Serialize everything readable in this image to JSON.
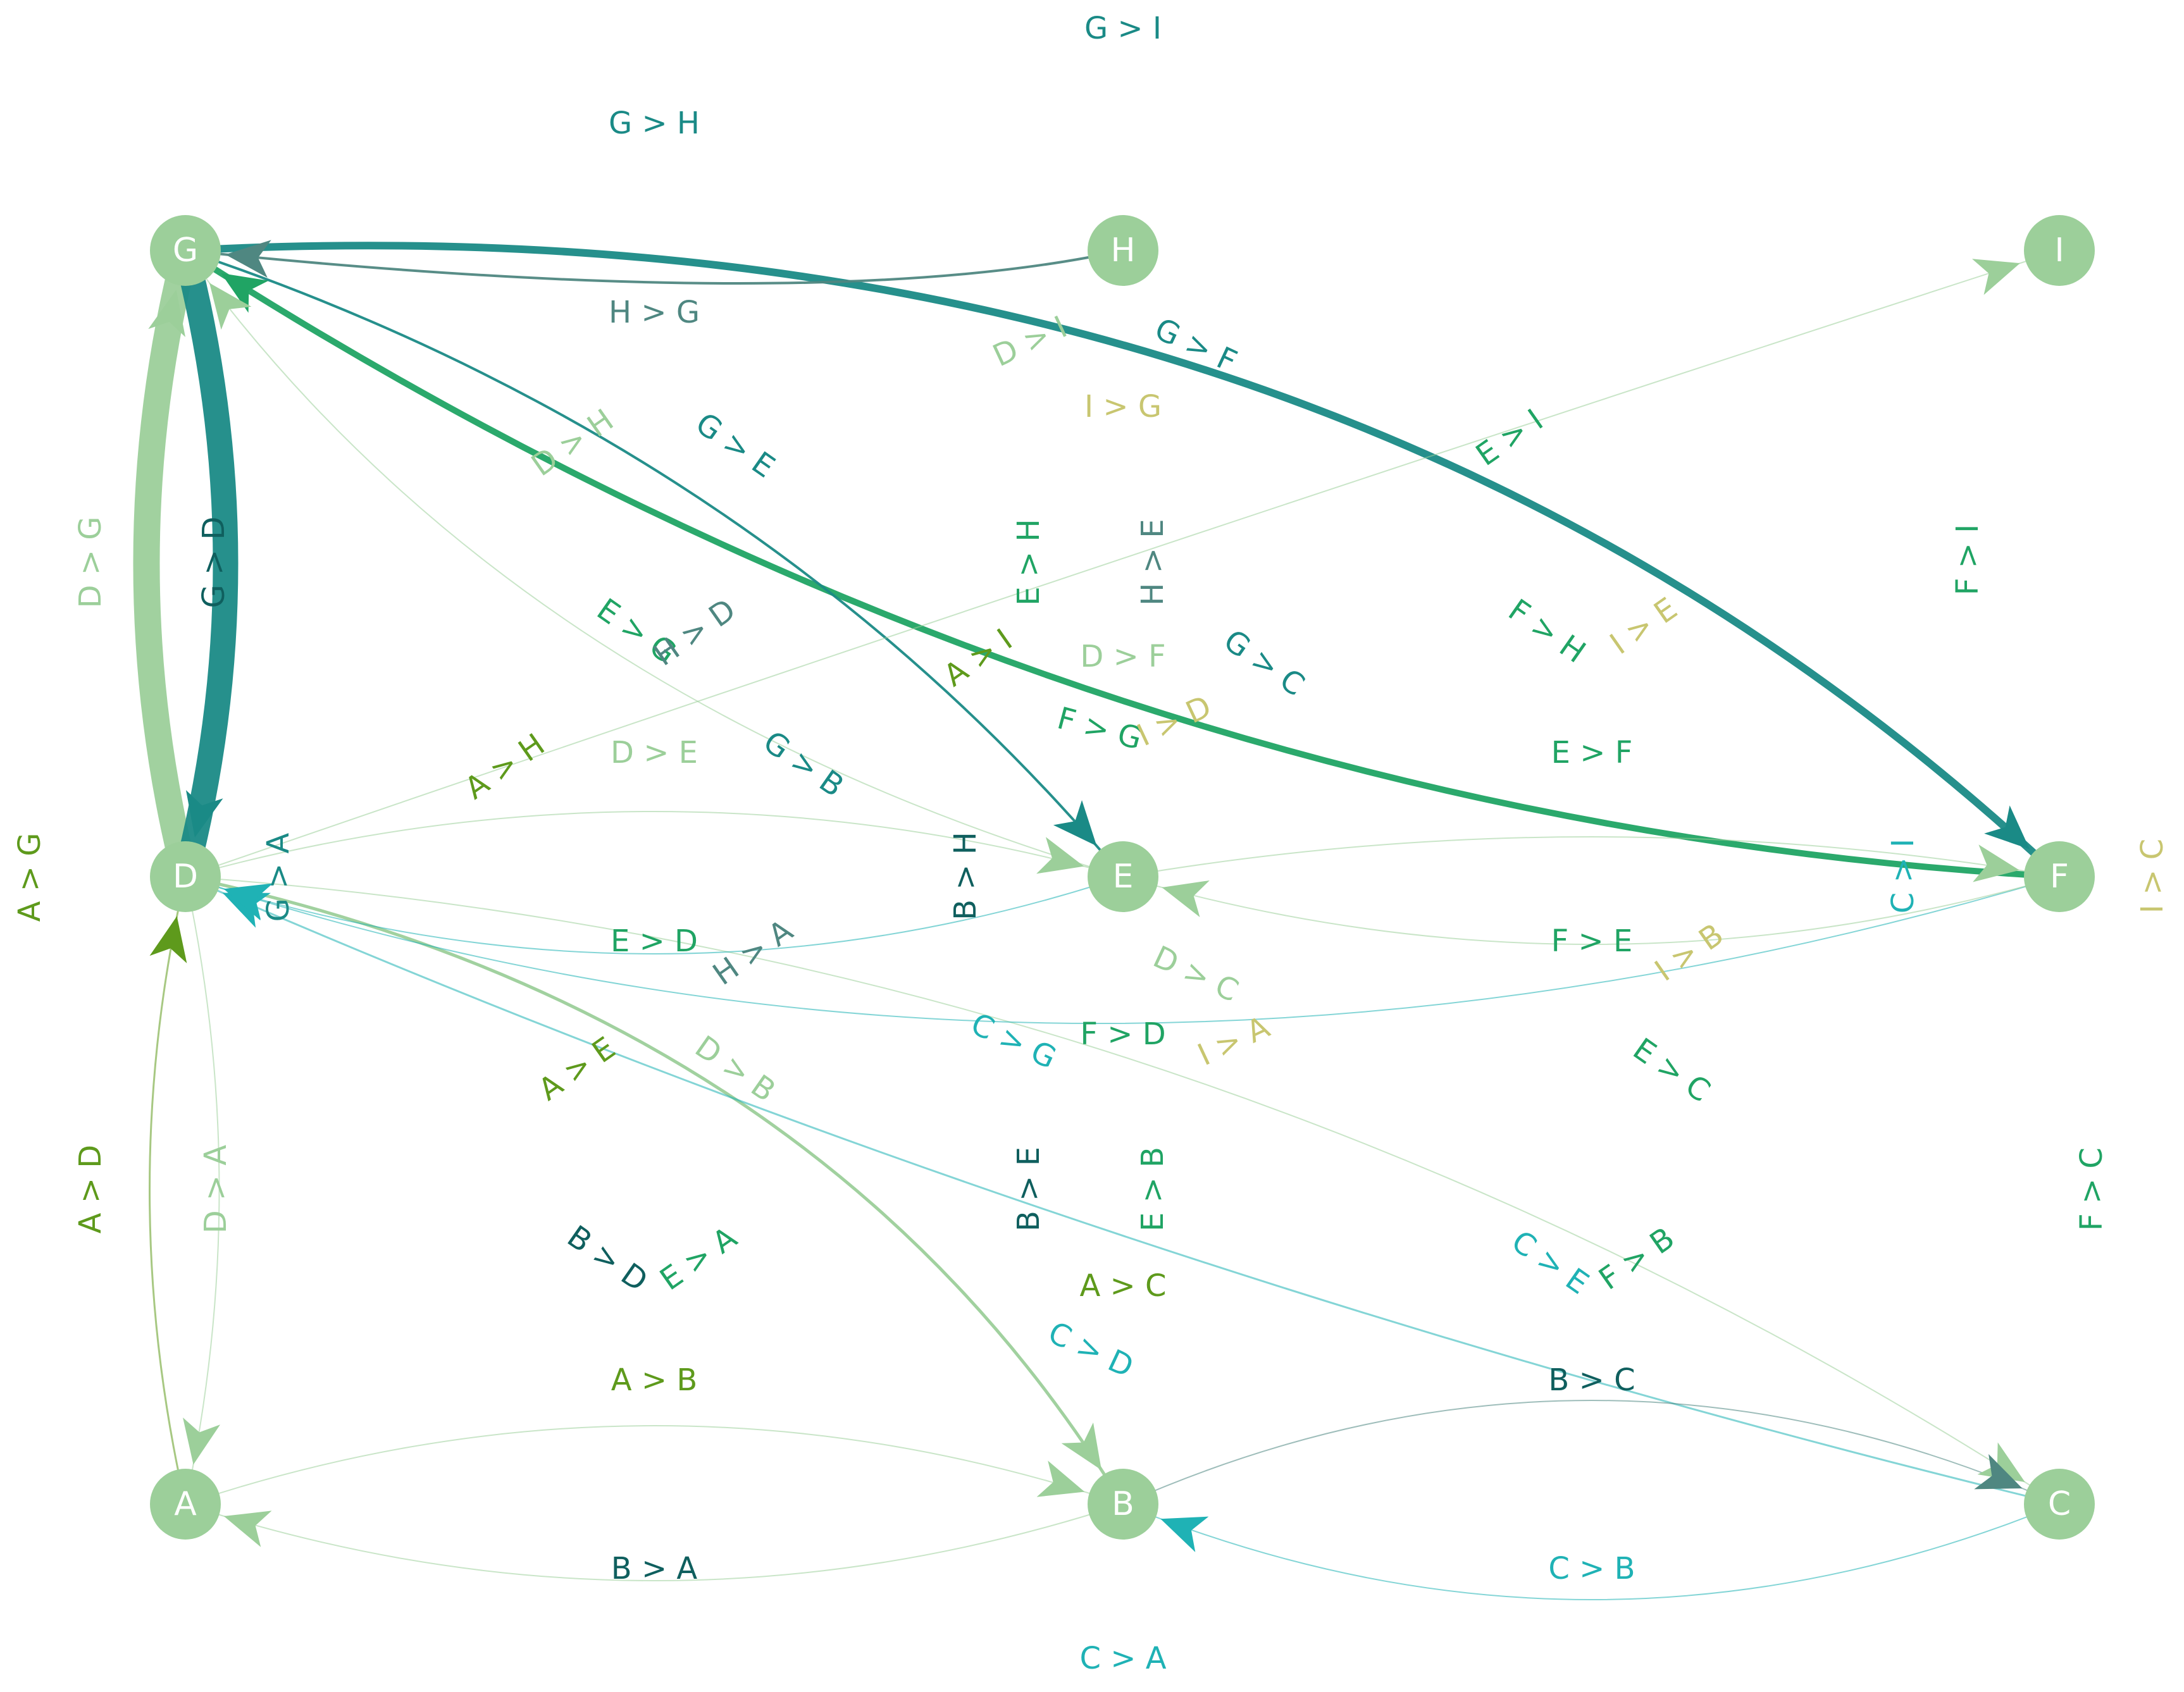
{
  "colors": {
    "lightgreen": "#9ccf9a",
    "teal": "#1a8a86",
    "darkteal": "#0f5f5e",
    "slate": "#4f8781",
    "green": "#20a464",
    "olive": "#5e9a1c",
    "olive2": "#7ba62a",
    "khaki": "#c8c670",
    "cyan": "#1fb2b5",
    "node": "#9ccf9a"
  },
  "nodes": [
    {
      "id": "A",
      "label": "A"
    },
    {
      "id": "B",
      "label": "B"
    },
    {
      "id": "C",
      "label": "C"
    },
    {
      "id": "D",
      "label": "D"
    },
    {
      "id": "E",
      "label": "E"
    },
    {
      "id": "F",
      "label": "F"
    },
    {
      "id": "G",
      "label": "G"
    },
    {
      "id": "H",
      "label": "H"
    },
    {
      "id": "I",
      "label": "I"
    }
  ],
  "edges": [
    {
      "from": "D",
      "to": "G",
      "label": "D > G",
      "color": "lightgreen",
      "weight": 42
    },
    {
      "from": "G",
      "to": "D",
      "label": "G > D",
      "color": "teal",
      "weight": 40
    },
    {
      "from": "G",
      "to": "F",
      "label": "G > F",
      "color": "teal",
      "weight": 12
    },
    {
      "from": "F",
      "to": "G",
      "label": "F > G",
      "color": "green",
      "weight": 10
    },
    {
      "from": "H",
      "to": "G",
      "label": "H > G",
      "color": "slate",
      "weight": 4
    },
    {
      "from": "G",
      "to": "E",
      "label": "G > E",
      "color": "teal",
      "weight": 4
    },
    {
      "from": "E",
      "to": "G",
      "label": "E > G",
      "color": "lightgreen",
      "weight": 2
    },
    {
      "from": "A",
      "to": "D",
      "label": "A > D",
      "color": "olive",
      "weight": 3
    },
    {
      "from": "D",
      "to": "A",
      "label": "D > A",
      "color": "lightgreen",
      "weight": 2
    },
    {
      "from": "D",
      "to": "B",
      "label": "D > B",
      "color": "lightgreen",
      "weight": 5
    },
    {
      "from": "C",
      "to": "D",
      "label": "C > D",
      "color": "cyan",
      "weight": 3
    },
    {
      "from": "D",
      "to": "C",
      "label": "D > C",
      "color": "lightgreen",
      "weight": 2
    },
    {
      "from": "D",
      "to": "E",
      "label": "D > E",
      "color": "lightgreen",
      "weight": 2
    },
    {
      "from": "E",
      "to": "D",
      "label": "E > D",
      "color": "cyan",
      "weight": 2
    },
    {
      "from": "F",
      "to": "D",
      "label": "F > D",
      "color": "cyan",
      "weight": 2
    },
    {
      "from": "B",
      "to": "C",
      "label": "B > C",
      "color": "slate",
      "weight": 2
    },
    {
      "from": "C",
      "to": "B",
      "label": "C > B",
      "color": "cyan",
      "weight": 2
    },
    {
      "from": "A",
      "to": "B",
      "label": "A > B",
      "color": "lightgreen",
      "weight": 1
    },
    {
      "from": "B",
      "to": "A",
      "label": "B > A",
      "color": "lightgreen",
      "weight": 1
    },
    {
      "from": "E",
      "to": "F",
      "label": "E > F",
      "color": "lightgreen",
      "weight": 1
    },
    {
      "from": "F",
      "to": "E",
      "label": "F > E",
      "color": "lightgreen",
      "weight": 1
    },
    {
      "from": "D",
      "to": "I",
      "label": "D > I",
      "color": "lightgreen",
      "weight": 1
    }
  ],
  "labels": [
    {
      "text": "G > I",
      "color": "teal",
      "rot": 0
    },
    {
      "text": "G > H",
      "color": "teal",
      "rot": 0
    },
    {
      "text": "H > G",
      "color": "slate",
      "rot": 0
    },
    {
      "text": "D > I",
      "color": "lightgreen",
      "rot": -25
    },
    {
      "text": "G > F",
      "color": "teal",
      "rot": 25
    },
    {
      "text": "I > G",
      "color": "khaki",
      "rot": 0
    },
    {
      "text": "D > H",
      "color": "lightgreen",
      "rot": -35
    },
    {
      "text": "G > E",
      "color": "teal",
      "rot": 35
    },
    {
      "text": "E > I",
      "color": "green",
      "rot": -35
    },
    {
      "text": "D > G",
      "color": "lightgreen",
      "rot": -90
    },
    {
      "text": "G > D",
      "color": "darkteal",
      "rot": -90
    },
    {
      "text": "E > H",
      "color": "green",
      "rot": -90
    },
    {
      "text": "H > E",
      "color": "slate",
      "rot": -90
    },
    {
      "text": "F > I",
      "color": "green",
      "rot": -90
    },
    {
      "text": "E > G",
      "color": "green",
      "rot": 35
    },
    {
      "text": "H > D",
      "color": "slate",
      "rot": -35
    },
    {
      "text": "A > I",
      "color": "olive",
      "rot": -35
    },
    {
      "text": "D > F",
      "color": "lightgreen",
      "rot": 0
    },
    {
      "text": "G > C",
      "color": "teal",
      "rot": 35
    },
    {
      "text": "F > H",
      "color": "green",
      "rot": 35
    },
    {
      "text": "I > E",
      "color": "khaki",
      "rot": -35
    },
    {
      "text": "F > G",
      "color": "green",
      "rot": 15
    },
    {
      "text": "I > D",
      "color": "khaki",
      "rot": -25
    },
    {
      "text": "A > H",
      "color": "olive",
      "rot": -35
    },
    {
      "text": "D > E",
      "color": "lightgreen",
      "rot": 0
    },
    {
      "text": "G > B",
      "color": "teal",
      "rot": 35
    },
    {
      "text": "E > F",
      "color": "green",
      "rot": 0
    },
    {
      "text": "A > G",
      "color": "olive",
      "rot": -90
    },
    {
      "text": "G > A",
      "color": "teal",
      "rot": -90
    },
    {
      "text": "B > H",
      "color": "darkteal",
      "rot": -90
    },
    {
      "text": "C > I",
      "color": "cyan",
      "rot": -90
    },
    {
      "text": "I > C",
      "color": "khaki",
      "rot": -90
    },
    {
      "text": "E > D",
      "color": "green",
      "rot": 0
    },
    {
      "text": "H > A",
      "color": "slate",
      "rot": -35
    },
    {
      "text": "D > C",
      "color": "lightgreen",
      "rot": 25
    },
    {
      "text": "F > E",
      "color": "green",
      "rot": 0
    },
    {
      "text": "I > B",
      "color": "khaki",
      "rot": -35
    },
    {
      "text": "C > G",
      "color": "cyan",
      "rot": 25
    },
    {
      "text": "F > D",
      "color": "green",
      "rot": 0
    },
    {
      "text": "I > A",
      "color": "khaki",
      "rot": -25
    },
    {
      "text": "A > E",
      "color": "olive",
      "rot": -35
    },
    {
      "text": "D > B",
      "color": "lightgreen",
      "rot": 35
    },
    {
      "text": "E > C",
      "color": "green",
      "rot": 35
    },
    {
      "text": "A > D",
      "color": "olive",
      "rot": -90
    },
    {
      "text": "D > A",
      "color": "lightgreen",
      "rot": -90
    },
    {
      "text": "B > E",
      "color": "darkteal",
      "rot": -90
    },
    {
      "text": "E > B",
      "color": "green",
      "rot": -90
    },
    {
      "text": "F > C",
      "color": "green",
      "rot": -90
    },
    {
      "text": "B > D",
      "color": "darkteal",
      "rot": 35
    },
    {
      "text": "E > A",
      "color": "green",
      "rot": -35
    },
    {
      "text": "C > E",
      "color": "cyan",
      "rot": 35
    },
    {
      "text": "F > B",
      "color": "green",
      "rot": -35
    },
    {
      "text": "A > C",
      "color": "olive",
      "rot": 0
    },
    {
      "text": "C > D",
      "color": "cyan",
      "rot": 25
    },
    {
      "text": "A > B",
      "color": "olive",
      "rot": 0
    },
    {
      "text": "B > C",
      "color": "darkteal",
      "rot": 0
    },
    {
      "text": "B > A",
      "color": "darkteal",
      "rot": 0
    },
    {
      "text": "C > B",
      "color": "cyan",
      "rot": 0
    },
    {
      "text": "C > A",
      "color": "cyan",
      "rot": 0
    }
  ]
}
